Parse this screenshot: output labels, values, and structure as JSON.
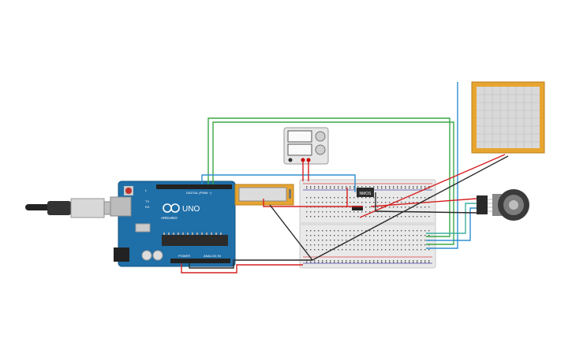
{
  "arduino": {
    "brand": "ARDUINO",
    "model": "UNO",
    "digital_label": "DIGITAL (PWM ~)",
    "power_label": "POWER",
    "analog_label": "ANALOG IN",
    "tx_label": "TX",
    "rx_label": "RX",
    "l_label": "L"
  },
  "sensor": {
    "label": "NMOS"
  },
  "colors": {
    "board": "#1f6fa8",
    "breadboard": "#e8e8e8",
    "wire_red": "#d62020",
    "wire_black": "#2a2a2a",
    "wire_green": "#3aa845",
    "wire_blue": "#2f8fd0",
    "wire_teal": "#3bb0a0",
    "component_border": "#e0a020"
  }
}
